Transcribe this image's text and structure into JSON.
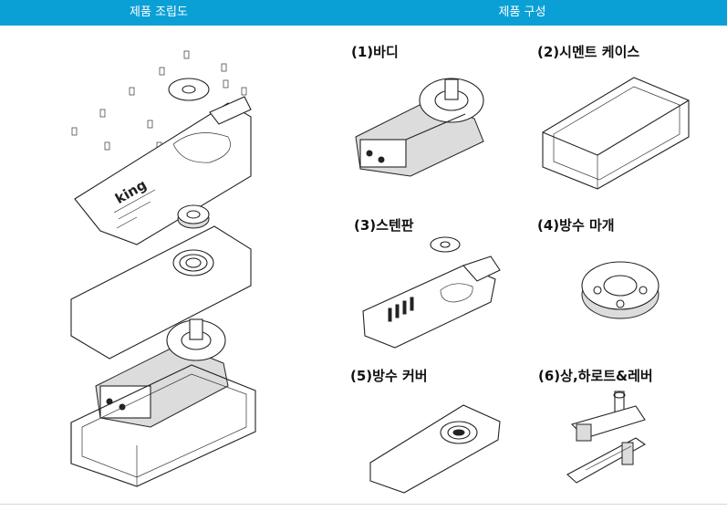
{
  "header": {
    "left_title": "제품 조립도",
    "right_title": "제품 구성",
    "color": "#0aa0d6"
  },
  "parts": [
    {
      "label": "(1)바디"
    },
    {
      "label": "(2)시멘트 케이스"
    },
    {
      "label": "(3)스텐판"
    },
    {
      "label": "(4)방수 마개"
    },
    {
      "label": "(5)방수 커버"
    },
    {
      "label": "(6)상,하로트&레버"
    }
  ],
  "exploded_view_brand": "king"
}
